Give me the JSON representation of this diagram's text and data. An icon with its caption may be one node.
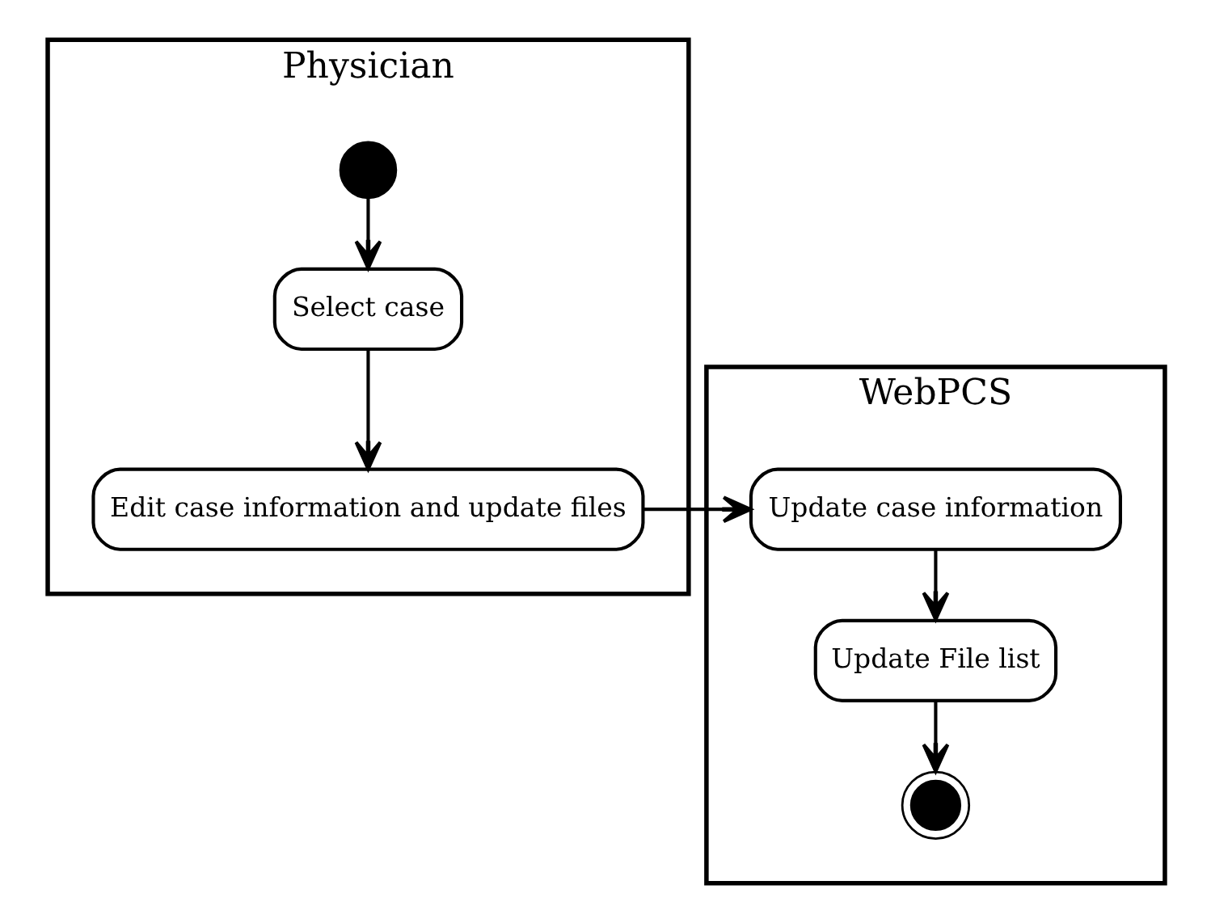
{
  "diagram": {
    "nodes": [
      {
        "text": [
          "Physician"
        ]
      },
      {
        "text": [
          "WebPCS"
        ]
      },
      {
        "text": [],
        "shape": "circle",
        "in": 0
      },
      {
        "text": [
          "Select case"
        ],
        "in": 0
      },
      {
        "text": [
          "Edit case information and update files"
        ],
        "in": 0
      },
      {
        "text": [
          "Update case information"
        ],
        "in": 1
      },
      {
        "text": [
          "Update File list"
        ],
        "in": 1
      },
      {
        "text": [],
        "shape": "bullseye",
        "in": 1
      }
    ],
    "edges": [
      {
        "from": 2,
        "to": 3,
        "arrow": "to"
      },
      {
        "from": 3,
        "to": 4,
        "arrow": "to"
      },
      {
        "from": 4,
        "to": 5,
        "arrow": "to"
      },
      {
        "from": 5,
        "to": 6,
        "arrow": "to"
      },
      {
        "from": 6,
        "to": 7,
        "arrow": "to"
      }
    ]
  }
}
